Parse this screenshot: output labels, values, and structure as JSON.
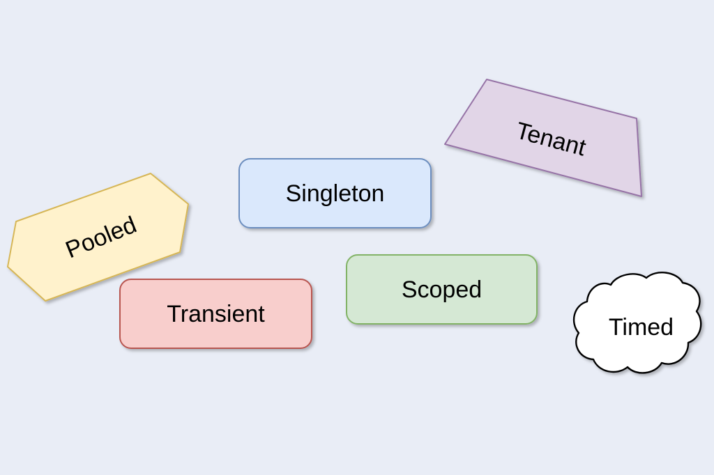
{
  "diagram": {
    "background_color": "#e9edf6",
    "shapes": [
      {
        "id": "pooled",
        "label": "Pooled",
        "shape": "hexagon",
        "fill": "#fff2cc",
        "stroke": "#d6b656",
        "text_rotation_deg": -22
      },
      {
        "id": "singleton",
        "label": "Singleton",
        "shape": "rounded-rectangle",
        "fill": "#dae8fc",
        "stroke": "#6c8ebf",
        "text_rotation_deg": 0
      },
      {
        "id": "tenant",
        "label": "Tenant",
        "shape": "quadrilateral",
        "fill": "#e1d5e7",
        "stroke": "#9673a6",
        "text_rotation_deg": 15
      },
      {
        "id": "transient",
        "label": "Transient",
        "shape": "rounded-rectangle",
        "fill": "#f8cecc",
        "stroke": "#b85450",
        "text_rotation_deg": 0
      },
      {
        "id": "scoped",
        "label": "Scoped",
        "shape": "rounded-rectangle",
        "fill": "#d5e8d4",
        "stroke": "#82b366",
        "text_rotation_deg": 0
      },
      {
        "id": "timed",
        "label": "Timed",
        "shape": "cloud",
        "fill": "#ffffff",
        "stroke": "#000000",
        "text_rotation_deg": 0
      }
    ]
  }
}
